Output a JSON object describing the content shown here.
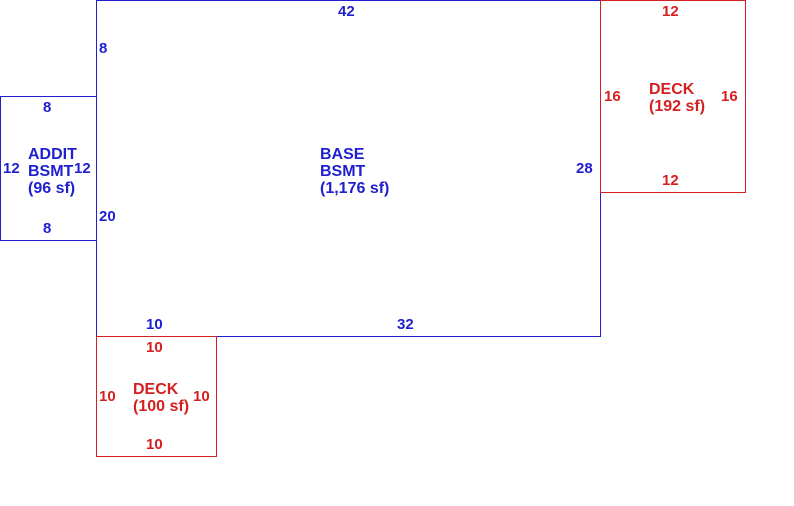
{
  "colors": {
    "basement": "#1f1fd0",
    "deck": "#d42020"
  },
  "base_bsmt": {
    "label_line1": "BASE",
    "label_line2": "BSMT",
    "area": "(1,176 sf)",
    "dims": {
      "top": "42",
      "left_upper": "8",
      "left_lower": "20",
      "right": "28",
      "bottom_left": "10",
      "bottom_right": "32"
    }
  },
  "addit_bsmt": {
    "label_line1": "ADDIT",
    "label_line2": "BSMT",
    "area": "(96 sf)",
    "dims": {
      "top": "8",
      "left": "12",
      "right": "12",
      "bottom": "8"
    }
  },
  "deck_right": {
    "label": "DECK",
    "area": "(192 sf)",
    "dims": {
      "top": "12",
      "left": "16",
      "right": "16",
      "bottom": "12"
    }
  },
  "deck_bottom": {
    "label": "DECK",
    "area": "(100 sf)",
    "dims": {
      "top": "10",
      "left": "10",
      "right": "10",
      "bottom": "10"
    }
  }
}
